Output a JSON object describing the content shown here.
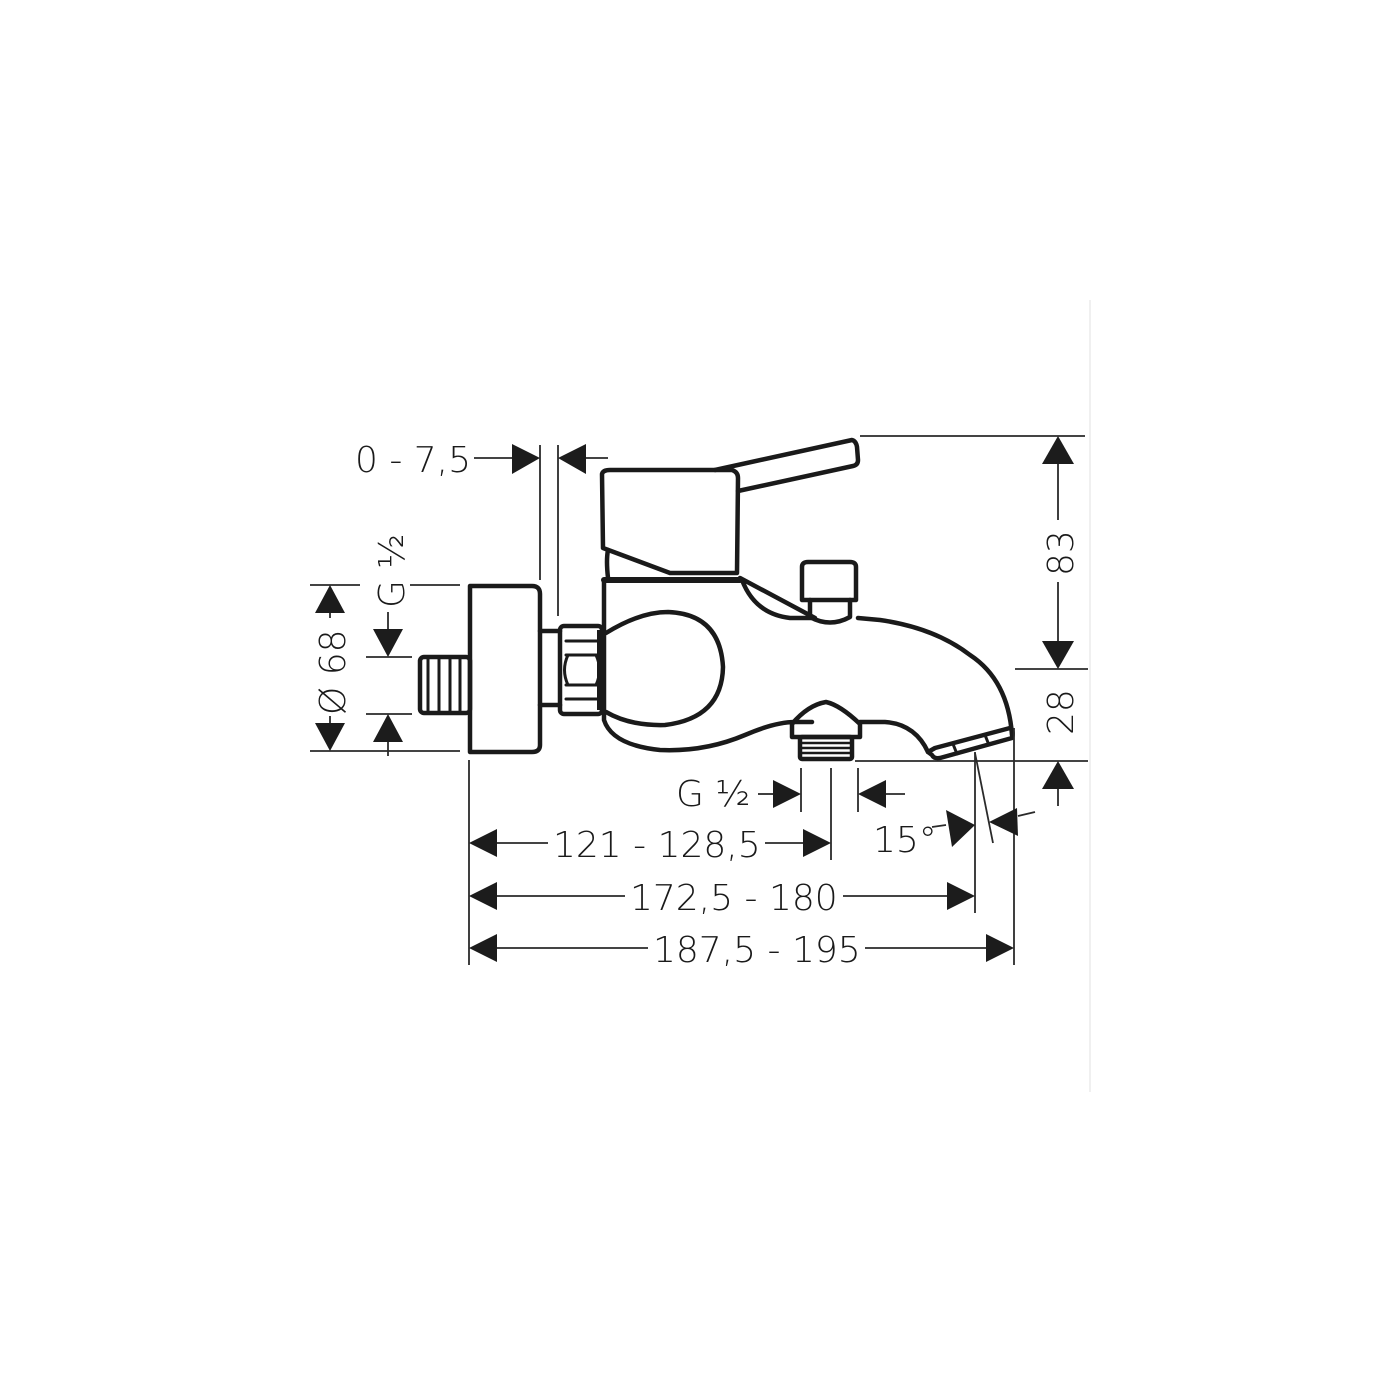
{
  "drawing": {
    "subject": "Single lever bath mixer, wall-mounted (technical dimension drawing)",
    "line_color": "#1a1a1a",
    "background": "#ffffff",
    "units": "mm"
  },
  "dimensions": {
    "wall_gap": "0 - 7,5",
    "inlet_thread": "G ½",
    "escutcheon_diameter": "Ø 68",
    "height_total": "83",
    "spout_height": "28",
    "outlet_thread": "G ½",
    "spout_angle": "15°",
    "outlet_projection": "121 - 128,5",
    "spout_tip_projection": "172,5 - 180",
    "overall_projection": "187,5 - 195"
  }
}
